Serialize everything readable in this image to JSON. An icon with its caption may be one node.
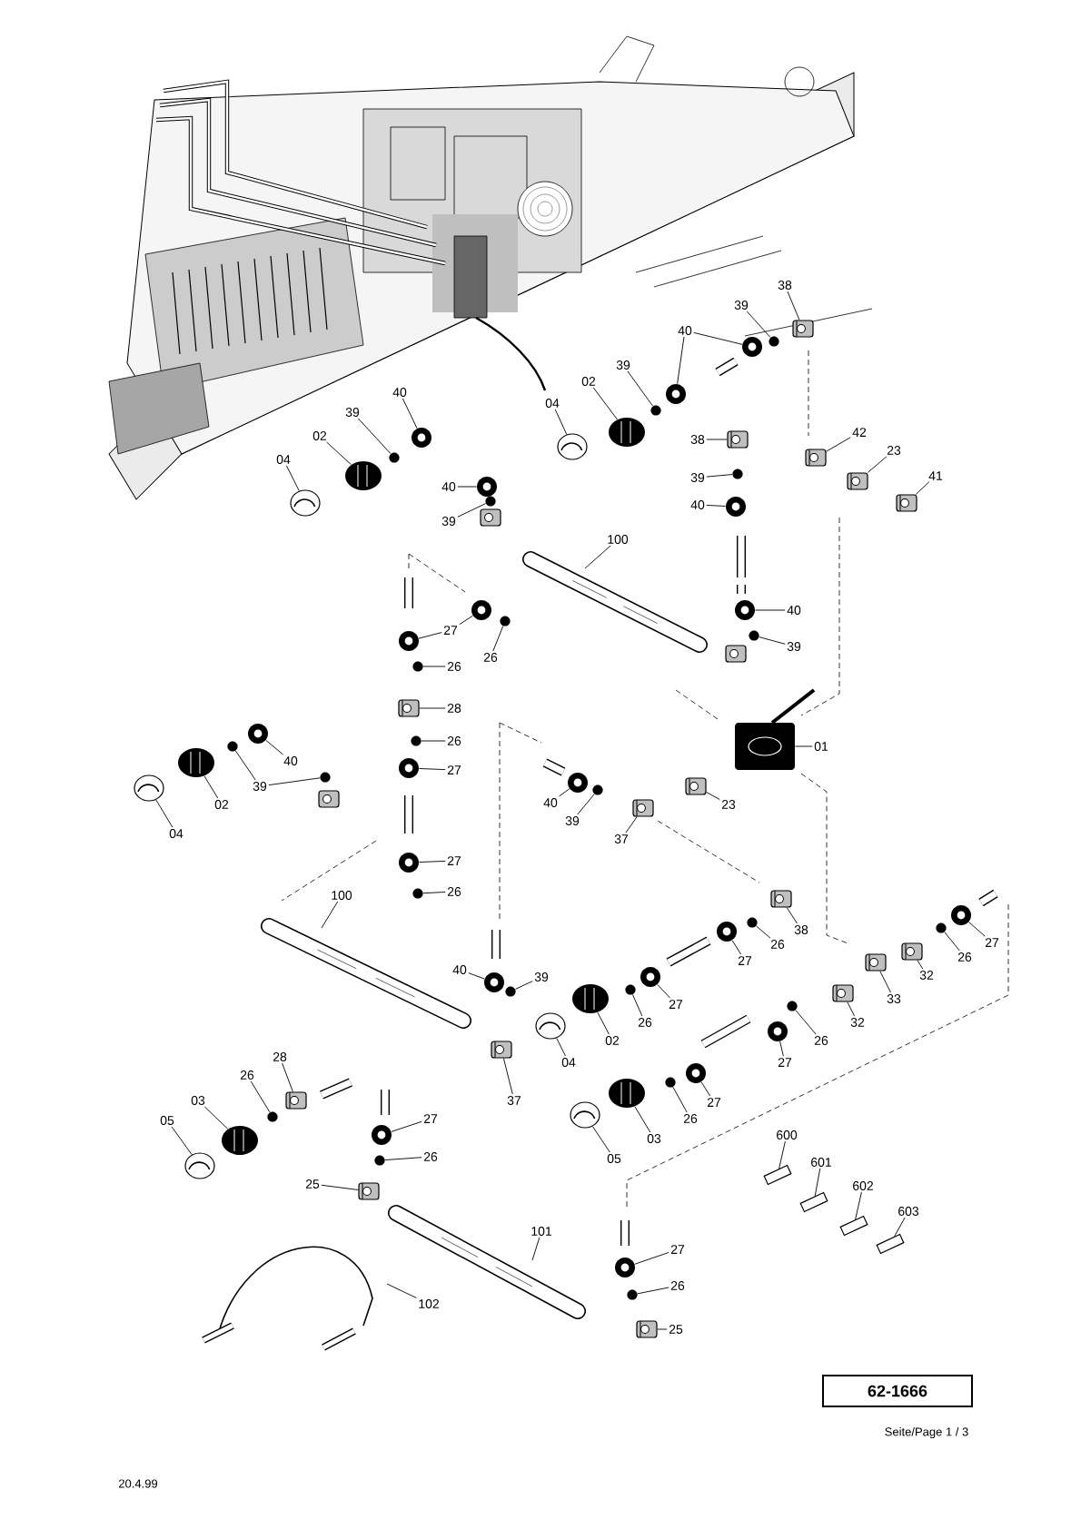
{
  "diagram": {
    "nodes": [
      {
        "text": [
          "38"
        ]
      },
      {
        "text": [
          "39"
        ]
      },
      {
        "text": [
          "40"
        ]
      },
      {
        "text": [
          "39"
        ]
      },
      {
        "text": [
          "02"
        ]
      },
      {
        "text": [
          "04"
        ]
      },
      {
        "text": [
          "38"
        ]
      },
      {
        "text": [
          "42"
        ]
      },
      {
        "text": [
          "23"
        ]
      },
      {
        "text": [
          "41"
        ]
      },
      {
        "text": [
          "39"
        ]
      },
      {
        "text": [
          "40"
        ]
      },
      {
        "text": [
          "40"
        ]
      },
      {
        "text": [
          "39"
        ]
      },
      {
        "text": [
          "02"
        ]
      },
      {
        "text": [
          "04"
        ]
      },
      {
        "text": [
          "40"
        ]
      },
      {
        "text": [
          "39"
        ]
      },
      {
        "text": [
          "100"
        ]
      },
      {
        "text": [
          "40"
        ]
      },
      {
        "text": [
          "39"
        ]
      },
      {
        "text": [
          "27"
        ]
      },
      {
        "text": [
          "26"
        ]
      },
      {
        "text": [
          "26"
        ]
      },
      {
        "text": [
          "28"
        ]
      },
      {
        "text": [
          "26"
        ]
      },
      {
        "text": [
          "27"
        ]
      },
      {
        "text": [
          "40"
        ]
      },
      {
        "text": [
          "39"
        ]
      },
      {
        "text": [
          "02"
        ]
      },
      {
        "text": [
          "04"
        ]
      },
      {
        "text": [
          "27"
        ]
      },
      {
        "text": [
          "26"
        ]
      },
      {
        "text": [
          "01"
        ]
      },
      {
        "text": [
          "40"
        ]
      },
      {
        "text": [
          "39"
        ]
      },
      {
        "text": [
          "23"
        ]
      },
      {
        "text": [
          "37"
        ]
      },
      {
        "text": [
          "38"
        ]
      },
      {
        "text": [
          "26"
        ]
      },
      {
        "text": [
          "27"
        ]
      },
      {
        "text": [
          "27"
        ]
      },
      {
        "text": [
          "26"
        ]
      },
      {
        "text": [
          "32"
        ]
      },
      {
        "text": [
          "33"
        ]
      },
      {
        "text": [
          "100"
        ]
      },
      {
        "text": [
          "40"
        ]
      },
      {
        "text": [
          "39"
        ]
      },
      {
        "text": [
          "27"
        ]
      },
      {
        "text": [
          "26"
        ]
      },
      {
        "text": [
          "02"
        ]
      },
      {
        "text": [
          "32"
        ]
      },
      {
        "text": [
          "26"
        ]
      },
      {
        "text": [
          "27"
        ]
      },
      {
        "text": [
          "04"
        ]
      },
      {
        "text": [
          "37"
        ]
      },
      {
        "text": [
          "27"
        ]
      },
      {
        "text": [
          "26"
        ]
      },
      {
        "text": [
          "03"
        ]
      },
      {
        "text": [
          "05"
        ]
      },
      {
        "text": [
          "28"
        ]
      },
      {
        "text": [
          "26"
        ]
      },
      {
        "text": [
          "03"
        ]
      },
      {
        "text": [
          "05"
        ]
      },
      {
        "text": [
          "27"
        ]
      },
      {
        "text": [
          "26"
        ]
      },
      {
        "text": [
          "25"
        ]
      },
      {
        "text": [
          "600"
        ]
      },
      {
        "text": [
          "601"
        ]
      },
      {
        "text": [
          "602"
        ]
      },
      {
        "text": [
          "603"
        ]
      },
      {
        "text": [
          "101"
        ]
      },
      {
        "text": [
          "27"
        ]
      },
      {
        "text": [
          "26"
        ]
      },
      {
        "text": [
          "25"
        ]
      },
      {
        "text": [
          "102"
        ]
      },
      {
        "text": [
          "62-1666"
        ]
      },
      {
        "text": [],
        "shape": "picture"
      },
      {
        "text": [],
        "shape": "circle"
      },
      {
        "text": [],
        "shape": "picture"
      },
      {
        "text": [],
        "shape": "picture"
      },
      {
        "text": [],
        "shape": "circle"
      },
      {
        "text": [],
        "shape": "picture"
      },
      {
        "text": [],
        "shape": "picture"
      },
      {
        "text": [],
        "shape": "picture"
      },
      {
        "text": [],
        "shape": "picture"
      },
      {
        "text": [],
        "shape": "picture"
      },
      {
        "text": [],
        "shape": "picture"
      },
      {
        "text": [],
        "shape": "circle"
      },
      {
        "text": [],
        "shape": "picture"
      },
      {
        "text": [],
        "shape": "picture"
      },
      {
        "text": [],
        "shape": "circle"
      },
      {
        "text": [],
        "shape": "picture"
      },
      {
        "text": [],
        "shape": "picture"
      },
      {
        "text": [],
        "shape": "picture"
      },
      {
        "text": [],
        "shape": "circle"
      },
      {
        "text": [],
        "shape": "picture"
      },
      {
        "text": [],
        "shape": "circle"
      },
      {
        "text": [],
        "shape": "picture"
      },
      {
        "text": [],
        "shape": "picture"
      },
      {
        "text": [],
        "shape": "circle"
      },
      {
        "text": [],
        "shape": "circle"
      },
      {
        "text": [],
        "shape": "picture"
      },
      {
        "text": [],
        "shape": "circle"
      },
      {
        "text": [],
        "shape": "picture"
      },
      {
        "text": [],
        "shape": "picture"
      },
      {
        "text": [],
        "shape": "circle"
      },
      {
        "text": [],
        "shape": "circle"
      },
      {
        "text": [],
        "shape": "picture"
      },
      {
        "text": [],
        "shape": "picture"
      },
      {
        "text": [],
        "shape": "picture"
      },
      {
        "text": [],
        "shape": "circle"
      },
      {
        "text": [],
        "shape": "picture"
      },
      {
        "text": [],
        "shape": "picture"
      },
      {
        "text": [],
        "shape": "circle"
      },
      {
        "text": [],
        "shape": "picture"
      },
      {
        "text": [],
        "shape": "picture"
      },
      {
        "text": [],
        "shape": "picture"
      },
      {
        "text": [],
        "shape": "circle"
      },
      {
        "text": [],
        "shape": "picture"
      },
      {
        "text": [],
        "shape": "picture"
      },
      {
        "text": [],
        "shape": "circle"
      },
      {
        "text": [],
        "shape": "picture"
      },
      {
        "text": [],
        "shape": "picture"
      },
      {
        "text": [],
        "shape": "picture"
      },
      {
        "text": [],
        "shape": "circle"
      },
      {
        "text": [],
        "shape": "picture"
      },
      {
        "text": [],
        "shape": "circle"
      },
      {
        "text": [],
        "shape": "picture"
      },
      {
        "text": [],
        "shape": "picture"
      },
      {
        "text": [],
        "shape": "circle"
      },
      {
        "text": [],
        "shape": "picture"
      },
      {
        "text": [],
        "shape": "picture"
      },
      {
        "text": [],
        "shape": "picture"
      },
      {
        "text": [],
        "shape": "picture"
      },
      {
        "text": [],
        "shape": "circle"
      },
      {
        "text": [],
        "shape": "picture"
      },
      {
        "text": [],
        "shape": "picture"
      },
      {
        "text": [],
        "shape": "picture"
      },
      {
        "text": [],
        "shape": "circle"
      },
      {
        "text": [],
        "shape": "picture"
      },
      {
        "text": [],
        "shape": "picture"
      },
      {
        "text": [],
        "shape": "picture"
      },
      {
        "text": [],
        "shape": "circle"
      },
      {
        "text": [],
        "shape": "picture"
      },
      {
        "text": [],
        "shape": "picture"
      },
      {
        "text": [],
        "shape": "picture"
      },
      {
        "text": [],
        "shape": "picture"
      },
      {
        "text": [],
        "shape": "picture"
      },
      {
        "text": [],
        "shape": "picture"
      },
      {
        "text": [],
        "shape": "circle"
      },
      {
        "text": [],
        "shape": "picture"
      }
    ],
    "edges": [
      {
        "from": 0,
        "to": 77,
        "arrow": "none"
      },
      {
        "from": 1,
        "to": 78,
        "arrow": "none"
      },
      {
        "from": 2,
        "to": 79,
        "arrow": "none"
      },
      {
        "from": 2,
        "to": 80,
        "arrow": "none"
      },
      {
        "from": 3,
        "to": 81,
        "arrow": "none"
      },
      {
        "from": 4,
        "to": 82,
        "arrow": "none"
      },
      {
        "from": 5,
        "to": 83,
        "arrow": "none"
      },
      {
        "from": 6,
        "to": 84,
        "arrow": "none"
      },
      {
        "from": 7,
        "to": 85,
        "arrow": "none"
      },
      {
        "from": 8,
        "to": 86,
        "arrow": "none"
      },
      {
        "from": 9,
        "to": 87,
        "arrow": "none"
      },
      {
        "from": 10,
        "to": 88,
        "arrow": "none"
      },
      {
        "from": 11,
        "to": 89,
        "arrow": "none"
      },
      {
        "from": 12,
        "to": 90,
        "arrow": "none"
      },
      {
        "from": 13,
        "to": 91,
        "arrow": "none"
      },
      {
        "from": 14,
        "to": 92,
        "arrow": "none"
      },
      {
        "from": 15,
        "to": 93,
        "arrow": "none"
      },
      {
        "from": 16,
        "to": 94,
        "arrow": "none"
      },
      {
        "from": 17,
        "to": 95,
        "arrow": "none"
      },
      {
        "from": 18,
        "to": null,
        "arrow": "none"
      },
      {
        "from": 19,
        "to": 96,
        "arrow": "none"
      },
      {
        "from": 20,
        "to": 97,
        "arrow": "none"
      },
      {
        "from": 21,
        "to": 98,
        "arrow": "none"
      },
      {
        "from": 21,
        "to": 99,
        "arrow": "none"
      },
      {
        "from": 22,
        "to": 100,
        "arrow": "none"
      },
      {
        "from": 23,
        "to": 101,
        "arrow": "none"
      },
      {
        "from": 24,
        "to": 102,
        "arrow": "none"
      },
      {
        "from": 25,
        "to": 103,
        "arrow": "none"
      },
      {
        "from": 26,
        "to": 104,
        "arrow": "none"
      },
      {
        "from": 27,
        "to": 105,
        "arrow": "none"
      },
      {
        "from": 28,
        "to": 106,
        "arrow": "none"
      },
      {
        "from": 28,
        "to": 107,
        "arrow": "none"
      },
      {
        "from": 29,
        "to": 108,
        "arrow": "none"
      },
      {
        "from": 30,
        "to": 109,
        "arrow": "none"
      },
      {
        "from": 31,
        "to": 110,
        "arrow": "none"
      },
      {
        "from": 32,
        "to": 111,
        "arrow": "none"
      },
      {
        "from": 33,
        "to": 112,
        "arrow": "none"
      },
      {
        "from": 34,
        "to": 113,
        "arrow": "none"
      },
      {
        "from": 35,
        "to": 114,
        "arrow": "none"
      },
      {
        "from": 36,
        "to": 115,
        "arrow": "none"
      },
      {
        "from": 37,
        "to": 116,
        "arrow": "none"
      },
      {
        "from": 38,
        "to": 117,
        "arrow": "none"
      },
      {
        "from": 39,
        "to": 118,
        "arrow": "none"
      },
      {
        "from": 40,
        "to": 119,
        "arrow": "none"
      },
      {
        "from": 41,
        "to": 120,
        "arrow": "none"
      },
      {
        "from": 42,
        "to": 121,
        "arrow": "none"
      },
      {
        "from": 43,
        "to": 122,
        "arrow": "none"
      },
      {
        "from": 44,
        "to": 123,
        "arrow": "none"
      },
      {
        "from": 45,
        "to": null,
        "arrow": "none"
      },
      {
        "from": 46,
        "to": 124,
        "arrow": "none"
      },
      {
        "from": 47,
        "to": 125,
        "arrow": "none"
      },
      {
        "from": 48,
        "to": 126,
        "arrow": "none"
      },
      {
        "from": 49,
        "to": 127,
        "arrow": "none"
      },
      {
        "from": 50,
        "to": 128,
        "arrow": "none"
      },
      {
        "from": 51,
        "to": 129,
        "arrow": "none"
      },
      {
        "from": 52,
        "to": 130,
        "arrow": "none"
      },
      {
        "from": 53,
        "to": 131,
        "arrow": "none"
      },
      {
        "from": 54,
        "to": 132,
        "arrow": "none"
      },
      {
        "from": 55,
        "to": 133,
        "arrow": "none"
      },
      {
        "from": 56,
        "to": 134,
        "arrow": "none"
      },
      {
        "from": 57,
        "to": 135,
        "arrow": "none"
      },
      {
        "from": 58,
        "to": 136,
        "arrow": "none"
      },
      {
        "from": 59,
        "to": 137,
        "arrow": "none"
      },
      {
        "from": 60,
        "to": 138,
        "arrow": "none"
      },
      {
        "from": 61,
        "to": 139,
        "arrow": "none"
      },
      {
        "from": 62,
        "to": 140,
        "arrow": "none"
      },
      {
        "from": 63,
        "to": 141,
        "arrow": "none"
      },
      {
        "from": 64,
        "to": 142,
        "arrow": "none"
      },
      {
        "from": 65,
        "to": 143,
        "arrow": "none"
      },
      {
        "from": 66,
        "to": 144,
        "arrow": "none"
      },
      {
        "from": 67,
        "to": 145,
        "arrow": "none"
      },
      {
        "from": 68,
        "to": 146,
        "arrow": "none"
      },
      {
        "from": 69,
        "to": 147,
        "arrow": "none"
      },
      {
        "from": 70,
        "to": 148,
        "arrow": "none"
      },
      {
        "from": 71,
        "to": null,
        "arrow": "none"
      },
      {
        "from": 72,
        "to": 149,
        "arrow": "none"
      },
      {
        "from": 73,
        "to": 150,
        "arrow": "none"
      },
      {
        "from": 74,
        "to": 151,
        "arrow": "none"
      },
      {
        "from": 75,
        "to": null,
        "arrow": "none"
      }
    ],
    "labels": [
      "Seite/Page 1 / 3",
      "20.4.99"
    ]
  }
}
